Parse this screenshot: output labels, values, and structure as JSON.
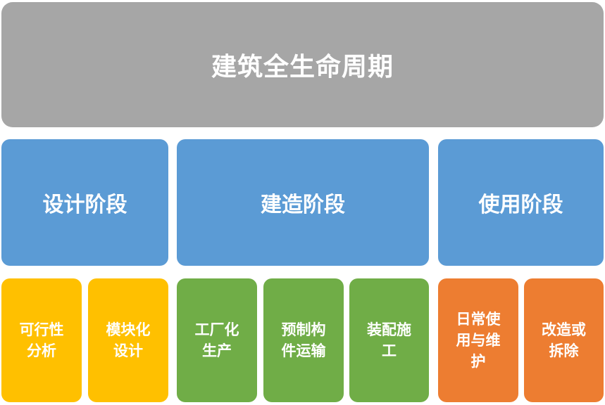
{
  "root": {
    "label": "建筑全生命周期",
    "color": "#a6a6a6"
  },
  "phases": [
    {
      "label": "设计阶段",
      "color": "#5b9bd5",
      "children": [
        {
          "label": "可行性\n分析",
          "color": "#ffc000"
        },
        {
          "label": "模块化\n设计",
          "color": "#ffc000"
        }
      ]
    },
    {
      "label": "建造阶段",
      "color": "#5b9bd5",
      "children": [
        {
          "label": "工厂化\n生产",
          "color": "#70ad47"
        },
        {
          "label": "预制构\n件运输",
          "color": "#70ad47"
        },
        {
          "label": "装配施\n工",
          "color": "#70ad47"
        }
      ]
    },
    {
      "label": "使用阶段",
      "color": "#5b9bd5",
      "children": [
        {
          "label": "日常使\n用与维\n护",
          "color": "#ed7d31"
        },
        {
          "label": "改造或\n拆除",
          "color": "#ed7d31"
        }
      ]
    }
  ]
}
